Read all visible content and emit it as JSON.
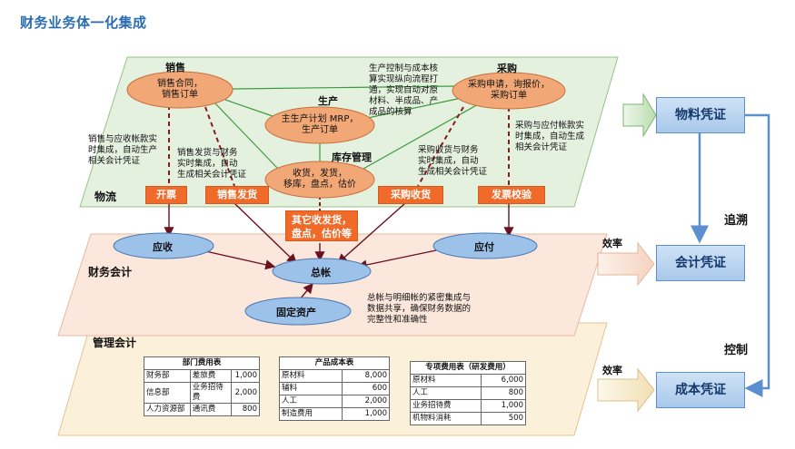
{
  "title": "财务业务体一化集成",
  "planes": {
    "logistics": "物流",
    "finance": "财务会计",
    "management": "管理会计"
  },
  "modules": {
    "sales": {
      "label": "销售",
      "content": "销售合同，\n销售订单"
    },
    "purchase": {
      "label": "采购",
      "content": "采购申请，询报价，\n采购订单"
    },
    "production": {
      "label": "生产",
      "content": "主生产计划 MRP，\n生产订单"
    },
    "inventory": {
      "label": "库存管理",
      "content": "收货，发货，\n移库，盘点，估价"
    }
  },
  "notes": {
    "production_cost": "生产控制与成本核\n算实现纵向流程打\n通，实现自动对原\n材料、半成品、产\n成品的核算",
    "sales_ar": "销售与应收帐款实\n时集成，自动生产\n相关会计凭证",
    "sales_ship": "销售发货与财务\n实时集成，自动\n生成相关会计凭证",
    "purchase_receive": "采购收货与财务\n实时集成，自动\n生成相关会计凭证",
    "purchase_ap": "采购与应付帐款实\n时集成，自动生成\n相关会计凭证",
    "ledger": "总帐与明细帐的紧密集成与\n数据共享，确保财务数据的\n完整性和准确性"
  },
  "events": {
    "invoice": "开票",
    "sales_ship": "销售发货",
    "purchase_receive": "采购收货",
    "invoice_verify": "发票校验",
    "other": "其它收发货，\n盘点，估价等"
  },
  "accounts": {
    "ar": "应收",
    "ap": "应付",
    "gl": "总帐",
    "fixed_assets": "固定资产"
  },
  "vouchers": {
    "material": "物料凭证",
    "accounting": "会计凭证",
    "cost": "成本凭证"
  },
  "labels": {
    "trace": "追溯",
    "control": "控制",
    "efficiency1": "效率",
    "efficiency2": "效率"
  },
  "tables": {
    "dept": {
      "title": "部门费用表",
      "rows": [
        [
          "财务部",
          "差旅费",
          "1,000"
        ],
        [
          "信息部",
          "业务招待费",
          "2,000"
        ],
        [
          "人力资源部",
          "通讯费",
          "800"
        ]
      ]
    },
    "product": {
      "title": "产品成本表",
      "rows": [
        [
          "原材料",
          "8,000"
        ],
        [
          "辅料",
          "600"
        ],
        [
          "人工",
          "2,000"
        ],
        [
          "制造费用",
          "1,000"
        ]
      ]
    },
    "special": {
      "title": "专项费用表（研发费用）",
      "rows": [
        [
          "原材料",
          "6,000"
        ],
        [
          "人工",
          "800"
        ],
        [
          "业务招待费",
          "1,000"
        ],
        [
          "机物料消耗",
          "500"
        ]
      ]
    }
  },
  "colors": {
    "logistics_plane": "#e4f1df",
    "finance_plane": "#fbe7dc",
    "management_plane": "#fbf0d9",
    "module_ellipse": "#f2a876",
    "account_ellipse": "#9cc2ea",
    "event_box": "#f06a2a",
    "voucher": "#a8c8ea",
    "title": "#2b6db3"
  }
}
